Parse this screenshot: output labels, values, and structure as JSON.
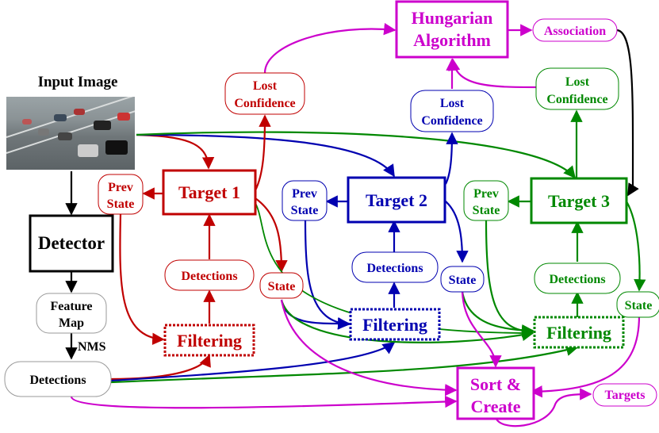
{
  "colors": {
    "red": "#c00000",
    "blue": "#0000b0",
    "green": "#008800",
    "magenta": "#cc00cc",
    "black": "#000000"
  },
  "input": {
    "title": "Input Image"
  },
  "detector": {
    "label": "Detector",
    "feature_map_line1": "Feature",
    "feature_map_line2": "Map",
    "nms_label": "NMS",
    "detections_label": "Detections"
  },
  "hungarian": {
    "line1": "Hungarian",
    "line2": "Algorithm",
    "association_label": "Association"
  },
  "target1": {
    "label": "Target 1",
    "prev_state_line1": "Prev",
    "prev_state_line2": "State",
    "lost_confidence_line1": "Lost",
    "lost_confidence_line2": "Confidence",
    "detections_label": "Detections",
    "state_label": "State",
    "filtering_label": "Filtering"
  },
  "target2": {
    "label": "Target 2",
    "prev_state_line1": "Prev",
    "prev_state_line2": "State",
    "lost_confidence_line1": "Lost",
    "lost_confidence_line2": "Confidence",
    "detections_label": "Detections",
    "state_label": "State",
    "filtering_label": "Filtering"
  },
  "target3": {
    "label": "Target 3",
    "prev_state_line1": "Prev",
    "prev_state_line2": "State",
    "lost_confidence_line1": "Lost",
    "lost_confidence_line2": "Confidence",
    "detections_label": "Detections",
    "state_label": "State",
    "filtering_label": "Filtering"
  },
  "sort_create": {
    "line1": "Sort &",
    "line2": "Create",
    "targets_label": "Targets"
  }
}
